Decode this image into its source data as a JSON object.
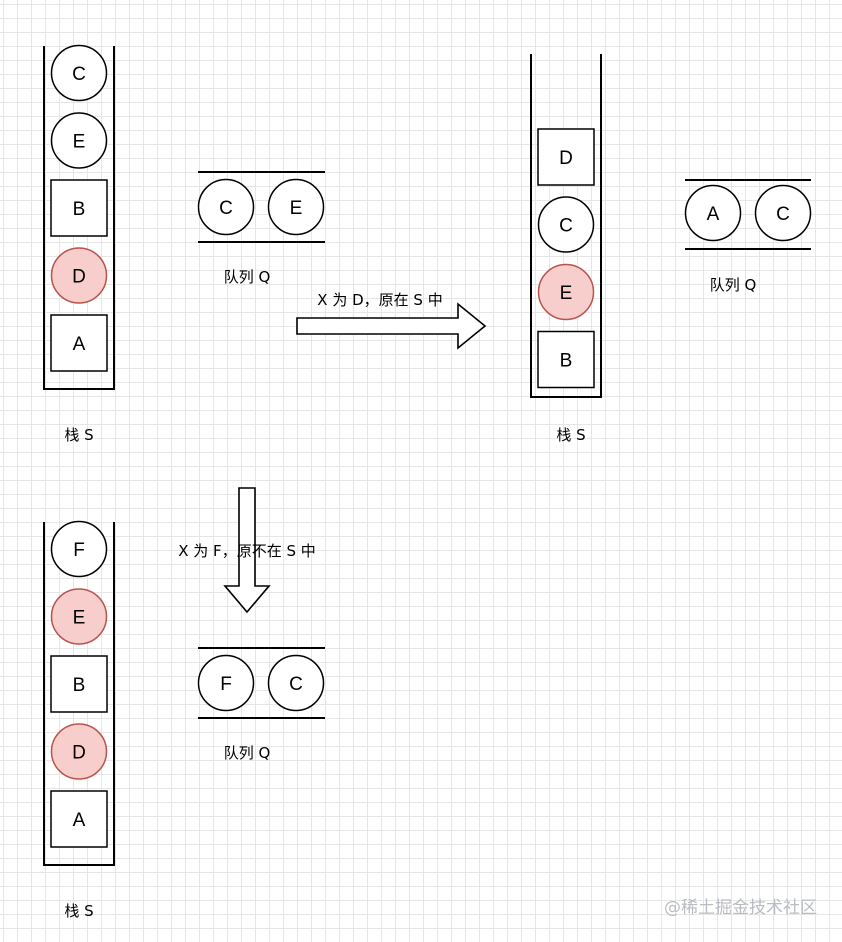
{
  "colors": {
    "highlight_fill": "#f8cecc",
    "highlight_stroke": "#b85450",
    "stroke": "#000000"
  },
  "labels": {
    "stack": "栈 S",
    "queue": "队列 Q",
    "transition_1": "X 为 D，原在 S 中",
    "transition_2": "X 为 F，原不在 S 中"
  },
  "watermark": "@稀土掘金技术社区",
  "states": [
    {
      "stack": [
        {
          "label": "C",
          "shape": "circle",
          "highlight": false
        },
        {
          "label": "E",
          "shape": "circle",
          "highlight": false
        },
        {
          "label": "B",
          "shape": "square",
          "highlight": false
        },
        {
          "label": "D",
          "shape": "circle",
          "highlight": true
        },
        {
          "label": "A",
          "shape": "square",
          "highlight": false
        }
      ],
      "queue": [
        "C",
        "E"
      ]
    },
    {
      "stack": [
        {
          "label": "D",
          "shape": "square",
          "highlight": false
        },
        {
          "label": "C",
          "shape": "circle",
          "highlight": false
        },
        {
          "label": "E",
          "shape": "circle",
          "highlight": true
        },
        {
          "label": "B",
          "shape": "square",
          "highlight": false
        }
      ],
      "queue": [
        "A",
        "C"
      ]
    },
    {
      "stack": [
        {
          "label": "F",
          "shape": "circle",
          "highlight": false
        },
        {
          "label": "E",
          "shape": "circle",
          "highlight": true
        },
        {
          "label": "B",
          "shape": "square",
          "highlight": false
        },
        {
          "label": "D",
          "shape": "circle",
          "highlight": true
        },
        {
          "label": "A",
          "shape": "square",
          "highlight": false
        }
      ],
      "queue": [
        "F",
        "C"
      ]
    }
  ]
}
